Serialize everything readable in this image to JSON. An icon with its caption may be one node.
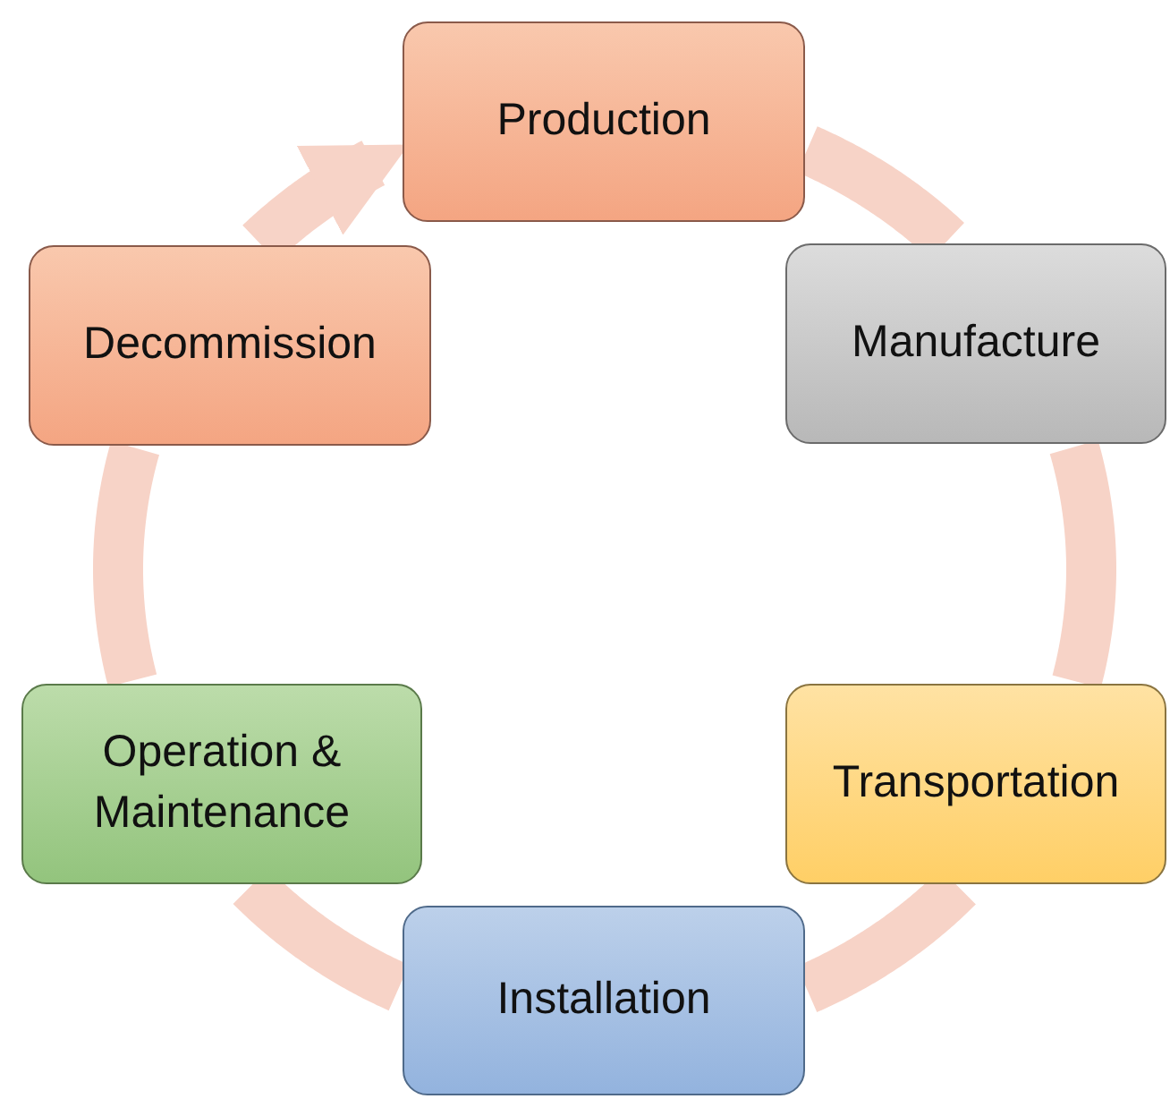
{
  "diagram": {
    "nodes": [
      {
        "text": [
          "Production"
        ]
      },
      {
        "text": [
          "Manufacture"
        ]
      },
      {
        "text": [
          "Transportation"
        ]
      },
      {
        "text": [
          "Installation"
        ]
      },
      {
        "text": [
          "Operation & Maintenance"
        ]
      },
      {
        "text": [
          "Decommission"
        ]
      }
    ],
    "edges": [
      {
        "from": 0,
        "to": 1,
        "arrow": "none"
      },
      {
        "from": 1,
        "to": 2,
        "arrow": "none"
      },
      {
        "from": 2,
        "to": 3,
        "arrow": "none"
      },
      {
        "from": 3,
        "to": 4,
        "arrow": "none"
      },
      {
        "from": 4,
        "to": 5,
        "arrow": "none"
      },
      {
        "from": 5,
        "to": 0,
        "arrow": "to"
      }
    ]
  }
}
